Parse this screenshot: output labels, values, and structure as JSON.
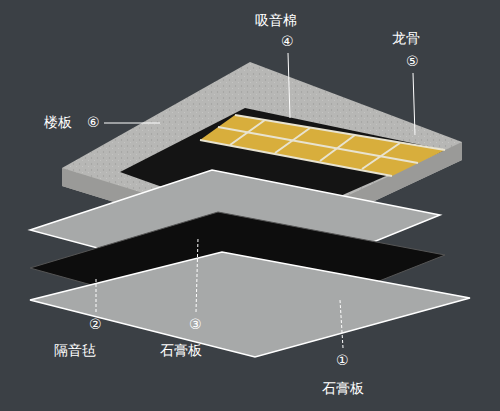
{
  "diagram": {
    "labels": [
      "吸音棉",
      "④",
      "龙骨",
      "⑤",
      "楼板",
      "⑥",
      "②",
      "③",
      "隔音毡",
      "石膏板",
      "①",
      "石膏板"
    ]
  }
}
